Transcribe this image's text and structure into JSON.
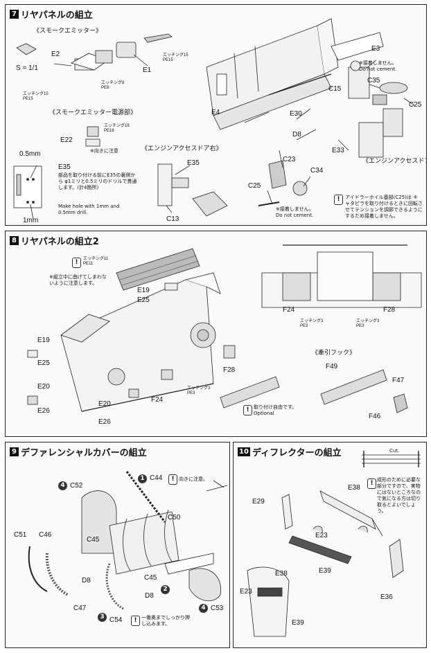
{
  "s7": {
    "num": "7",
    "title": "リヤパネルの組立",
    "sub_smoke": "《スモークエミッター》",
    "sub_power": "《スモークエミッター電源部》",
    "sub_engine_r": "《エンジンアクセスドア右》",
    "sub_engine_l": "《エンジンアクセスドア右》",
    "scale": "S = 1/1",
    "e2": "E2",
    "e1": "E1",
    "e3": "E3",
    "e4": "E4",
    "e22": "E22",
    "e35a": "E35",
    "e35b": "E35",
    "e30": "E30",
    "e33": "E33",
    "c15": "C15",
    "c35": "C35",
    "c25a": "C25",
    "c25b": "C25",
    "c23": "C23",
    "c34": "C34",
    "c13": "C13",
    "d8": "D8",
    "pe15a": "エッチング15\nPE15",
    "pe15b": "エッチング15\nPE15",
    "pe8": "エッチング8\nPE8",
    "pe18": "エッチング18\nPE18",
    "dir_note": "※向きに注意",
    "nocem1": "※接着しません。\nDo not cement.",
    "nocem2": "※接着しません。\nDo not cement.",
    "mm05": "0.5mm",
    "mm1": "1mm",
    "drill_jp": "部品を取り付ける前にE35の裏側から φ1ミリと0.5ミリのドリルで貫通します。(計4箇所)",
    "drill_en": "Make hole with 1mm and\n0.5mm drill.",
    "idler_note": "アイドラーホイル基部(C25)は キャタピラを取り付けるときに回転させてテンションを調節できるようにするため接着しません。"
  },
  "s8": {
    "num": "8",
    "title": "リヤパネルの組立2",
    "pe11": "エッチング11\nPE11",
    "warn": "※組立中に曲げてしまわないように注意します。",
    "e19a": "E19",
    "e25a": "E25",
    "e19b": "E19",
    "e25b": "E25",
    "e20a": "E20",
    "e26a": "E26",
    "e20b": "E20",
    "e26b": "E26",
    "f24a": "F24",
    "f24b": "F24",
    "f28a": "F28",
    "f28b": "F28",
    "f49": "F49",
    "f47": "F47",
    "f46": "F46",
    "pe3a": "エッチング3\nPE3",
    "pe3b": "エッチング3\nPE3",
    "pe3c": "エッチング3\nPE3",
    "tow": "《牽引フック》",
    "optional": "取り付け自由です。\nOptional"
  },
  "s9": {
    "num": "9",
    "title": "デファレンシャルカバーの組立",
    "c52": "C52",
    "c44": "C44",
    "c50": "C50",
    "c51": "C51",
    "c46": "C46",
    "c45a": "C45",
    "c45b": "C45",
    "c47": "C47",
    "c54": "C54",
    "c53": "C53",
    "d8a": "D8",
    "d8b": "D8",
    "dir_note": "向きに注意。",
    "push": "一番奥までしっかり押し込みます。",
    "step1": "1",
    "step2": "2",
    "step3": "3",
    "step4a": "4",
    "step4b": "4"
  },
  "s10": {
    "num": "10",
    "title": "ディフレクターの組立",
    "e38a": "E38",
    "e38b": "E38",
    "e29": "E29",
    "e23a": "E23",
    "e23b": "E23",
    "e39a": "E39",
    "e39b": "E39",
    "e36": "E36",
    "cut": "Cut.",
    "cut_note": "成形のために必要な部分ですので、実物にはないところなので気になる方は切り取るとよいでしょう。"
  }
}
